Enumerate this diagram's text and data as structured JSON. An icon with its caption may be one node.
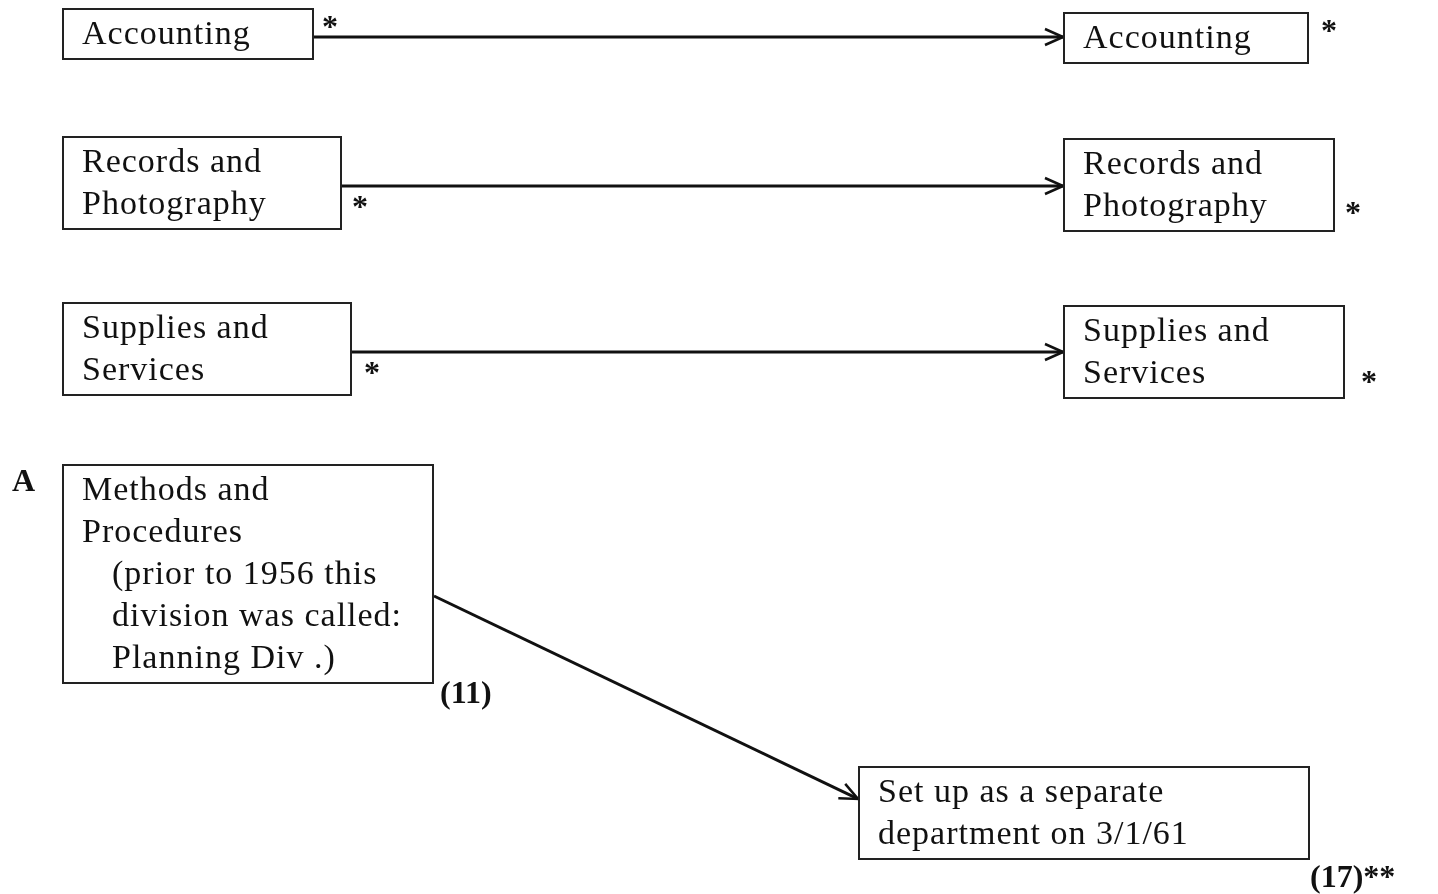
{
  "diagram": {
    "nodes": [
      {
        "text": [
          "Accounting"
        ],
        "beside": [
          "*"
        ]
      },
      {
        "text": [
          "Accounting"
        ],
        "beside": [
          "*"
        ]
      },
      {
        "text": [
          "Records and Photography"
        ],
        "beside": [
          "*"
        ]
      },
      {
        "text": [
          "Records and Photography"
        ],
        "beside": [
          "*"
        ]
      },
      {
        "text": [
          "Supplies and Services"
        ],
        "beside": [
          "*"
        ]
      },
      {
        "text": [
          "Supplies and Services"
        ],
        "beside": [
          "*"
        ]
      },
      {
        "text": [
          "Methods and Procedures",
          "(prior to 1956 this division was called: Planning Div .)"
        ],
        "beside": [
          "(11)"
        ]
      },
      {
        "text": [
          "Set up as a separate department on 3/1/61"
        ],
        "beside": [
          "(17)**"
        ]
      }
    ],
    "edges": [
      {
        "from": 0,
        "to": 1,
        "arrow": "to"
      },
      {
        "from": 2,
        "to": 3,
        "arrow": "to"
      },
      {
        "from": 4,
        "to": 5,
        "arrow": "to"
      },
      {
        "from": 6,
        "to": 7,
        "arrow": "to"
      }
    ],
    "labels": [
      "A"
    ]
  }
}
